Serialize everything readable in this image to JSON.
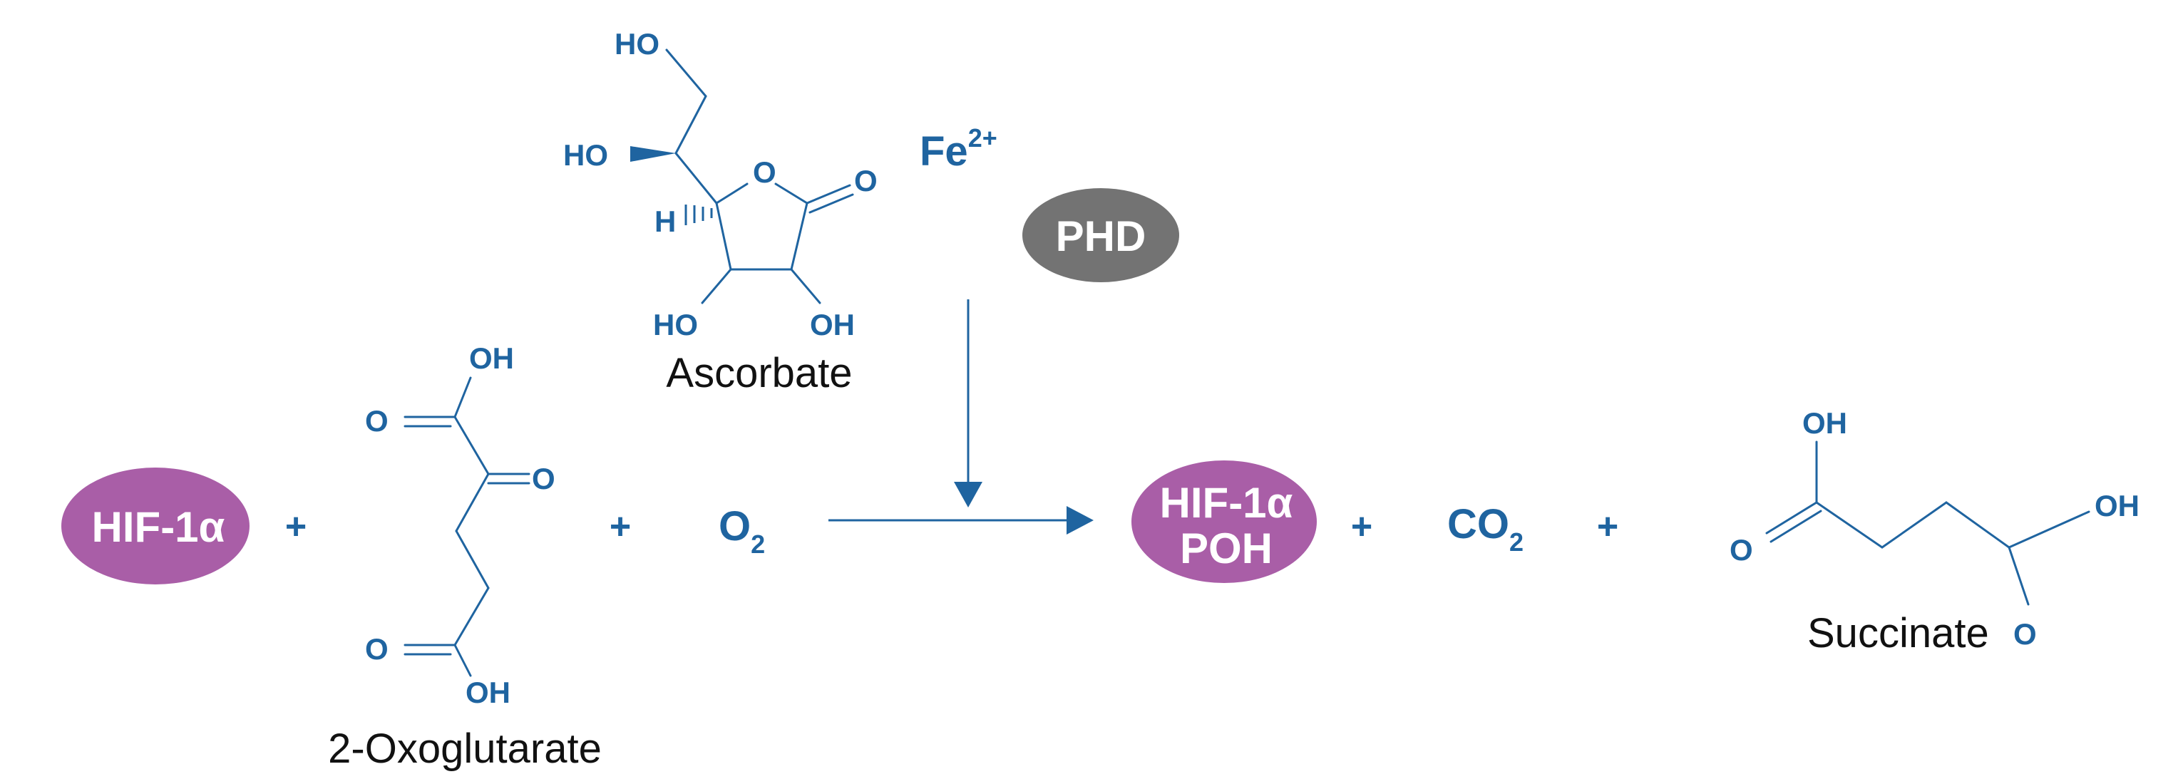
{
  "colors": {
    "structure": "#1f64a0",
    "hif_oval": "#a95ea7",
    "phd_oval": "#737373",
    "name_text": "#111111",
    "oval_text": "#ffffff"
  },
  "reactants": {
    "hif": {
      "label": "HIF-1α"
    },
    "plus_1": "+",
    "oxoglutarate": {
      "name": "2-Oxoglutarate",
      "atoms": {
        "oh_top": "OH",
        "o_left_top": "O",
        "o_ketone": "O",
        "o_left_bottom": "O",
        "oh_bottom": "OH"
      }
    },
    "plus_2": "+",
    "oxygen": {
      "symbol": "O",
      "subscript": "2"
    }
  },
  "cofactors": {
    "ascorbate": {
      "name": "Ascorbate",
      "atoms": {
        "ho_top": "HO",
        "ho_left": "HO",
        "o_ring": "O",
        "o_carbonyl": "O",
        "h": "H",
        "ho_bottom": "HO",
        "oh_bottom": "OH"
      }
    },
    "iron": {
      "symbol": "Fe",
      "superscript": "2+"
    },
    "enzyme": {
      "label": "PHD"
    }
  },
  "products": {
    "hif_poh": {
      "line1": "HIF-1α",
      "line2": "POH"
    },
    "plus_3": "+",
    "co2": {
      "symbol": "CO",
      "subscript": "2"
    },
    "plus_4": "+",
    "succinate": {
      "name": "Succinate",
      "atoms": {
        "oh_top": "OH",
        "o_left": "O",
        "oh_right": "OH",
        "o_right": "O"
      }
    }
  }
}
